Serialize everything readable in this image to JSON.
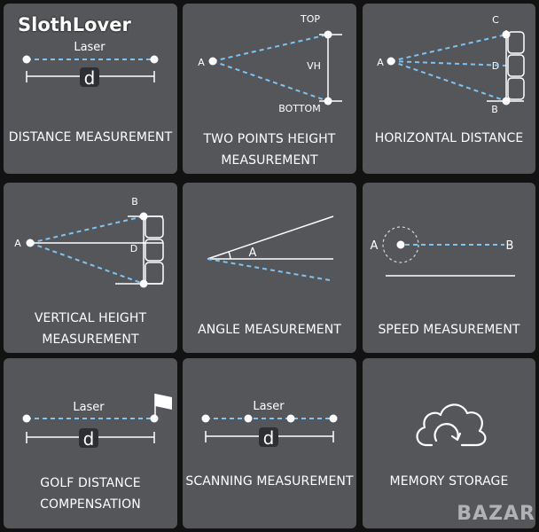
{
  "watermark": "SlothLover",
  "tiles": [
    {
      "label_lines": [
        "DISTANCE MEASUREMENT"
      ],
      "diagram": {
        "laser": "Laser",
        "d": "d"
      }
    },
    {
      "label_lines": [
        "TWO POINTS HEIGHT",
        "MEASUREMENT"
      ],
      "diagram": {
        "top": "TOP",
        "bottom": "BOTTOM",
        "a": "A",
        "vh": "VH"
      }
    },
    {
      "label_lines": [
        "HORIZONTAL DISTANCE"
      ],
      "diagram": {
        "a": "A",
        "b": "B",
        "c": "C",
        "d": "D"
      }
    },
    {
      "label_lines": [
        "VERTICAL HEIGHT",
        "MEASUREMENT"
      ],
      "diagram": {
        "a": "A",
        "b": "B",
        "d": "D"
      }
    },
    {
      "label_lines": [
        "ANGLE MEASUREMENT"
      ],
      "diagram": {
        "a": "A"
      }
    },
    {
      "label_lines": [
        "SPEED MEASUREMENT"
      ],
      "diagram": {
        "a": "A",
        "b": "B"
      }
    },
    {
      "label_lines": [
        "GOLF DISTANCE",
        "COMPENSATION"
      ],
      "diagram": {
        "laser": "Laser",
        "d": "d"
      }
    },
    {
      "label_lines": [
        "SCANNING MEASUREMENT"
      ],
      "diagram": {
        "laser": "Laser",
        "d": "d"
      }
    },
    {
      "label_lines": [
        "MEMORY STORAGE"
      ],
      "diagram": {}
    }
  ],
  "corner_watermark": "BAZAR",
  "colors": {
    "tile": "#55565a",
    "background": "#121212",
    "dash": "#7ec3f2",
    "line": "#ffffff"
  }
}
